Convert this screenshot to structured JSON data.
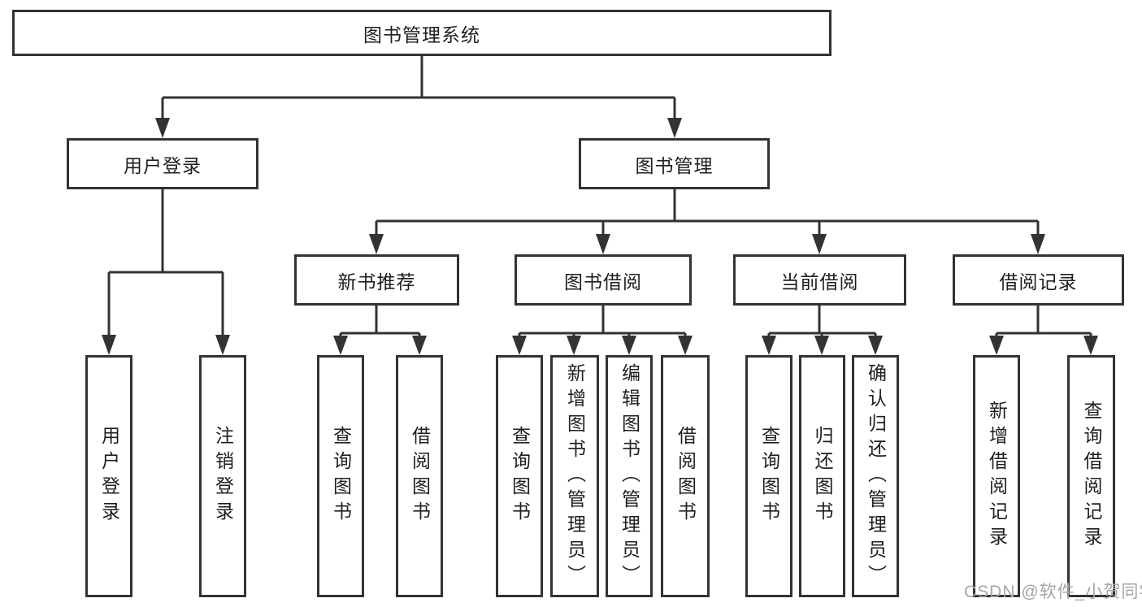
{
  "diagram": {
    "type": "tree",
    "root": {
      "label": "图书管理系统",
      "children": [
        {
          "label": "用户登录",
          "children": [
            {
              "label": "用户登录"
            },
            {
              "label": "注销登录"
            }
          ]
        },
        {
          "label": "图书管理",
          "children": [
            {
              "label": "新书推荐",
              "children": [
                {
                  "label": "查询图书"
                },
                {
                  "label": "借阅图书"
                }
              ]
            },
            {
              "label": "图书借阅",
              "children": [
                {
                  "label": "查询图书"
                },
                {
                  "label": "新增图书（管理员）"
                },
                {
                  "label": "编辑图书（管理员）"
                },
                {
                  "label": "借阅图书"
                }
              ]
            },
            {
              "label": "当前借阅",
              "children": [
                {
                  "label": "查询图书"
                },
                {
                  "label": "归还图书"
                },
                {
                  "label": "确认归还（管理员）"
                }
              ]
            },
            {
              "label": "借阅记录",
              "children": [
                {
                  "label": "新增借阅记录"
                },
                {
                  "label": "查询借阅记录"
                }
              ]
            }
          ]
        }
      ]
    },
    "watermark": "CSDN @软件_小贺同学",
    "colors": {
      "line": "#333333",
      "box_border": "#333333",
      "text": "#1f1f1f",
      "background": "#ffffff",
      "watermark": "#a6a6a6"
    }
  }
}
